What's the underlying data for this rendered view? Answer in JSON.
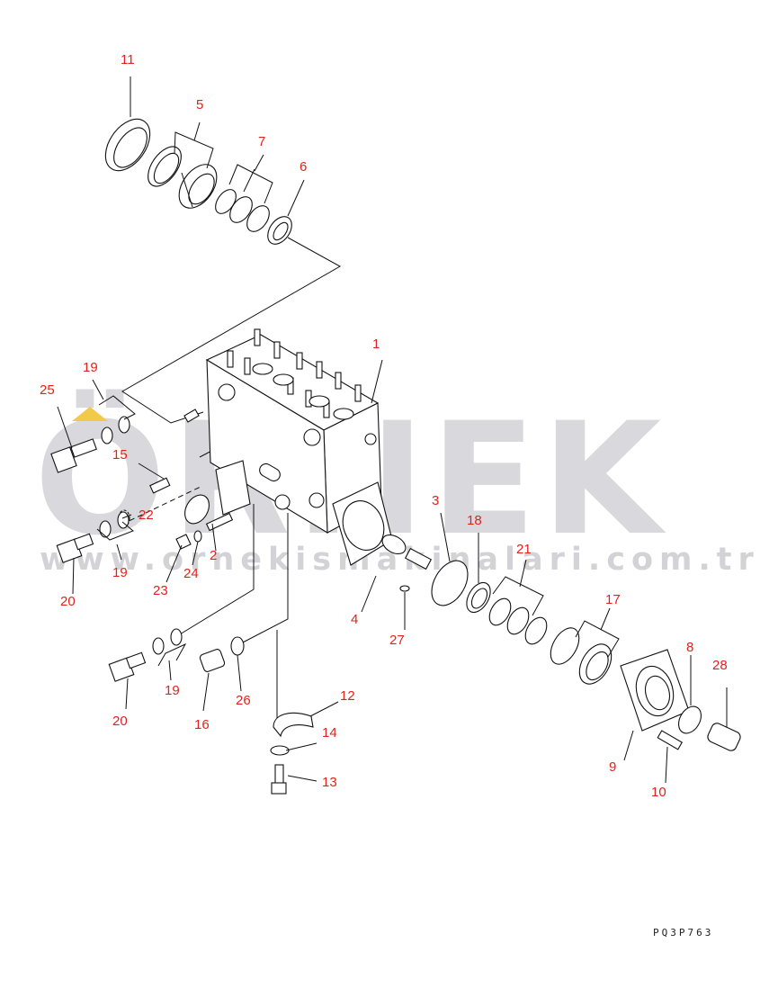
{
  "watermark": {
    "brand": "ÖRNEK",
    "url": "www.ornekismakinalari.com.tr"
  },
  "drawing_code": "PQ3P763",
  "callouts": [
    {
      "id": "c11",
      "label": "11"
    },
    {
      "id": "c5",
      "label": "5"
    },
    {
      "id": "c7",
      "label": "7"
    },
    {
      "id": "c6",
      "label": "6"
    },
    {
      "id": "c1",
      "label": "1"
    },
    {
      "id": "c19a",
      "label": "19"
    },
    {
      "id": "c25",
      "label": "25"
    },
    {
      "id": "c15",
      "label": "15"
    },
    {
      "id": "c22",
      "label": "22"
    },
    {
      "id": "c3",
      "label": "3"
    },
    {
      "id": "c18",
      "label": "18"
    },
    {
      "id": "c21",
      "label": "21"
    },
    {
      "id": "c2",
      "label": "2"
    },
    {
      "id": "c19b",
      "label": "19"
    },
    {
      "id": "c20a",
      "label": "20"
    },
    {
      "id": "c23",
      "label": "23"
    },
    {
      "id": "c24",
      "label": "24"
    },
    {
      "id": "c4",
      "label": "4"
    },
    {
      "id": "c27",
      "label": "27"
    },
    {
      "id": "c17",
      "label": "17"
    },
    {
      "id": "c8",
      "label": "8"
    },
    {
      "id": "c28",
      "label": "28"
    },
    {
      "id": "c19c",
      "label": "19"
    },
    {
      "id": "c16",
      "label": "16"
    },
    {
      "id": "c26",
      "label": "26"
    },
    {
      "id": "c20b",
      "label": "20"
    },
    {
      "id": "c12",
      "label": "12"
    },
    {
      "id": "c14",
      "label": "14"
    },
    {
      "id": "c13",
      "label": "13"
    },
    {
      "id": "c9",
      "label": "9"
    },
    {
      "id": "c10",
      "label": "10"
    }
  ]
}
